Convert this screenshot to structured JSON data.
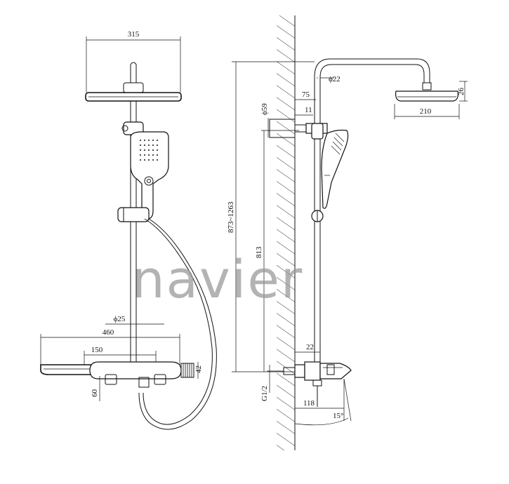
{
  "brand": "navier",
  "front_view": {
    "rain_head_width": "315",
    "pipe_diameter": "ϕ25",
    "tray_width": "460",
    "spout_offset": "150",
    "tray_height": "42",
    "spout_height": "60"
  },
  "side_view": {
    "arm_diameter": "ϕ22",
    "head_thickness": "26",
    "head_width": "210",
    "arm_projection": "75",
    "bracket_diameter": "ϕ59",
    "bracket_offset": "11",
    "height_range": "873~1263",
    "height_fixed": "813",
    "valve_offset": "22",
    "inlet_thread": "G1/2",
    "spout_projection": "118",
    "spout_angle": "15°"
  }
}
